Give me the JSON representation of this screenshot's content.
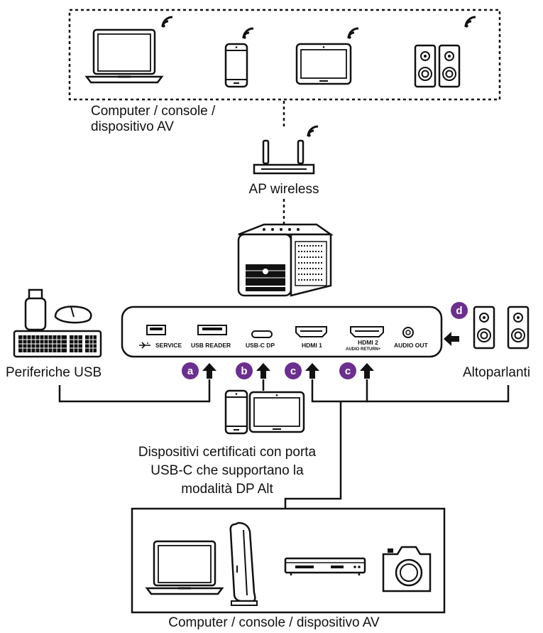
{
  "labels": {
    "wireless_group": "Computer / console /\ndispositivo AV",
    "wireless_ap": "AP wireless",
    "usb_peripherals": "Periferiche USB",
    "speakers": "Altoparlanti",
    "usbc_devices": "Dispositivi certificati con porta\nUSB-C che supportano la\nmodalità DP Alt",
    "wired_group": "Computer / console / dispositivo AV"
  },
  "ports": {
    "service": "SERVICE",
    "usb_reader": "USB READER",
    "usbc_dp": "USB-C DP",
    "hdmi1": "HDMI 1",
    "hdmi2": "HDMI 2",
    "hdmi2_sub": "AUDIO RETURN+",
    "audio_out": "AUDIO OUT"
  },
  "badges": {
    "a": "a",
    "b": "b",
    "c1": "c",
    "c2": "c",
    "d": "d"
  },
  "colors": {
    "badge": "#6b2f8f",
    "line": "#111111"
  },
  "icons": {
    "wifi": "wifi-icon",
    "laptop": "laptop-icon",
    "phone": "phone-icon",
    "tablet": "tablet-icon",
    "speaker": "speaker-icon",
    "router": "router-icon",
    "projector": "projector-icon",
    "usb_drive": "usb-drive-icon",
    "mouse": "mouse-icon",
    "keyboard": "keyboard-icon",
    "console": "game-console-icon",
    "dvd_player": "dvd-player-icon",
    "camera": "camera-icon",
    "arrow": "arrow-icon"
  }
}
